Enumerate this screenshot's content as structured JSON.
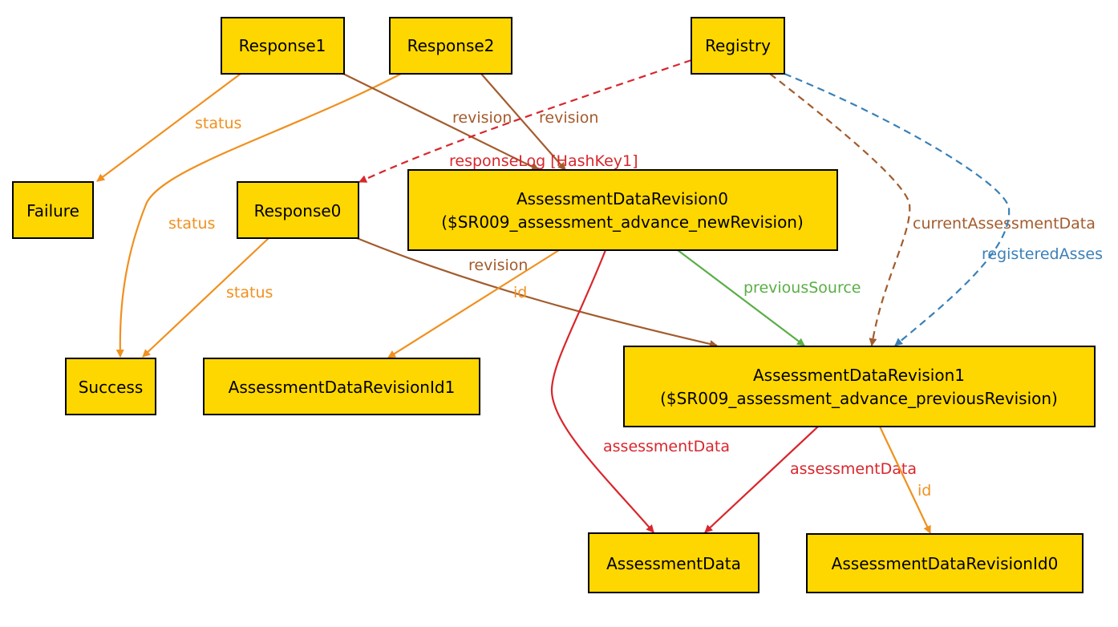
{
  "colors": {
    "node_fill": "#FFD700",
    "orange": "#F0901E",
    "brown": "#A35B2C",
    "red": "#D8262C",
    "green": "#5AAE46",
    "blue": "#3A80B8"
  },
  "nodes": {
    "response1": {
      "lines": [
        "Response1"
      ]
    },
    "response2": {
      "lines": [
        "Response2"
      ]
    },
    "registry": {
      "lines": [
        "Registry"
      ]
    },
    "failure": {
      "lines": [
        "Failure"
      ]
    },
    "response0": {
      "lines": [
        "Response0"
      ]
    },
    "revision0": {
      "lines": [
        "AssessmentDataRevision0",
        "($SR009_assessment_advance_newRevision)"
      ]
    },
    "success": {
      "lines": [
        "Success"
      ]
    },
    "revisionId1": {
      "lines": [
        "AssessmentDataRevisionId1"
      ]
    },
    "revision1": {
      "lines": [
        "AssessmentDataRevision1",
        "($SR009_assessment_advance_previousRevision)"
      ]
    },
    "assessmentData": {
      "lines": [
        "AssessmentData"
      ]
    },
    "revisionId0": {
      "lines": [
        "AssessmentDataRevisionId0"
      ]
    }
  },
  "edges": [
    {
      "id": "r1-failure",
      "from": "Response1",
      "to": "Failure",
      "label": "status",
      "color": "orange",
      "dashed": false
    },
    {
      "id": "r2-success",
      "from": "Response2",
      "to": "Success",
      "label": "status",
      "color": "orange",
      "dashed": false
    },
    {
      "id": "r0-success",
      "from": "Response0",
      "to": "Success",
      "label": "status",
      "color": "orange",
      "dashed": false
    },
    {
      "id": "r1-rev0",
      "from": "Response1",
      "to": "AssessmentDataRevision0",
      "label": "revision",
      "color": "brown",
      "dashed": false
    },
    {
      "id": "r2-rev0",
      "from": "Response2",
      "to": "AssessmentDataRevision0",
      "label": "revision",
      "color": "brown",
      "dashed": false
    },
    {
      "id": "reg-r0",
      "from": "Registry",
      "to": "Response0",
      "label": "responseLog [HashKey1]",
      "color": "red",
      "dashed": true
    },
    {
      "id": "reg-rev1-current",
      "from": "Registry",
      "to": "AssessmentDataRevision1",
      "label": "currentAssessmentData",
      "color": "brown",
      "dashed": true
    },
    {
      "id": "reg-rev1-registered",
      "from": "Registry",
      "to": "AssessmentDataRevision1",
      "label": "registeredAsses",
      "color": "blue",
      "dashed": true
    },
    {
      "id": "r0-rev1",
      "from": "Response0",
      "to": "AssessmentDataRevision1",
      "label": "revision",
      "color": "brown",
      "dashed": false
    },
    {
      "id": "rev0-id1",
      "from": "AssessmentDataRevision0",
      "to": "AssessmentDataRevisionId1",
      "label": "id",
      "color": "orange",
      "dashed": false
    },
    {
      "id": "rev0-rev1",
      "from": "AssessmentDataRevision0",
      "to": "AssessmentDataRevision1",
      "label": "previousSource",
      "color": "green",
      "dashed": false
    },
    {
      "id": "rev0-data",
      "from": "AssessmentDataRevision0",
      "to": "AssessmentData",
      "label": "assessmentData",
      "color": "red",
      "dashed": false
    },
    {
      "id": "rev1-data",
      "from": "AssessmentDataRevision1",
      "to": "AssessmentData",
      "label": "assessmentData",
      "color": "red",
      "dashed": false
    },
    {
      "id": "rev1-id0",
      "from": "AssessmentDataRevision1",
      "to": "AssessmentDataRevisionId0",
      "label": "id",
      "color": "orange",
      "dashed": false
    }
  ]
}
